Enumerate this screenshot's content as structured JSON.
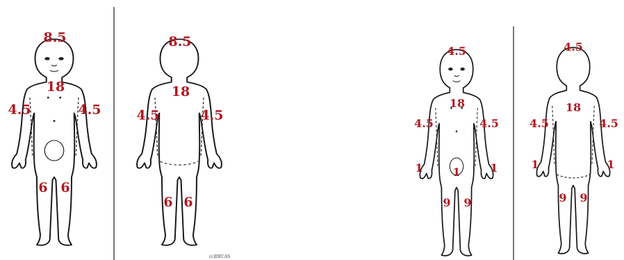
{
  "colors": {
    "label": "#b01820",
    "outline": "#1a1a1a",
    "background": "#ffffff"
  },
  "credit": "(c)DECAS",
  "figures": {
    "child_front": {
      "head": "8.5",
      "trunk": "18",
      "arm_left": "4.5",
      "arm_right": "4.5",
      "leg_left": "6",
      "leg_right": "6"
    },
    "child_back": {
      "head": "8.5",
      "trunk": "18",
      "arm_left": "4.5",
      "arm_right": "4.5",
      "leg_left": "6",
      "leg_right": "6"
    },
    "adult_front": {
      "head": "4.5",
      "trunk": "18",
      "arm_left": "4.5",
      "arm_right": "4.5",
      "hand_left": "1",
      "groin": "1",
      "hand_right": "1",
      "leg_left": "9",
      "leg_right": "9"
    },
    "adult_back": {
      "head": "4.5",
      "trunk": "18",
      "arm_left": "4.5",
      "arm_right": "4.5",
      "hand_left": "1",
      "hand_right": "1",
      "leg_left": "9",
      "leg_right": "9"
    }
  }
}
